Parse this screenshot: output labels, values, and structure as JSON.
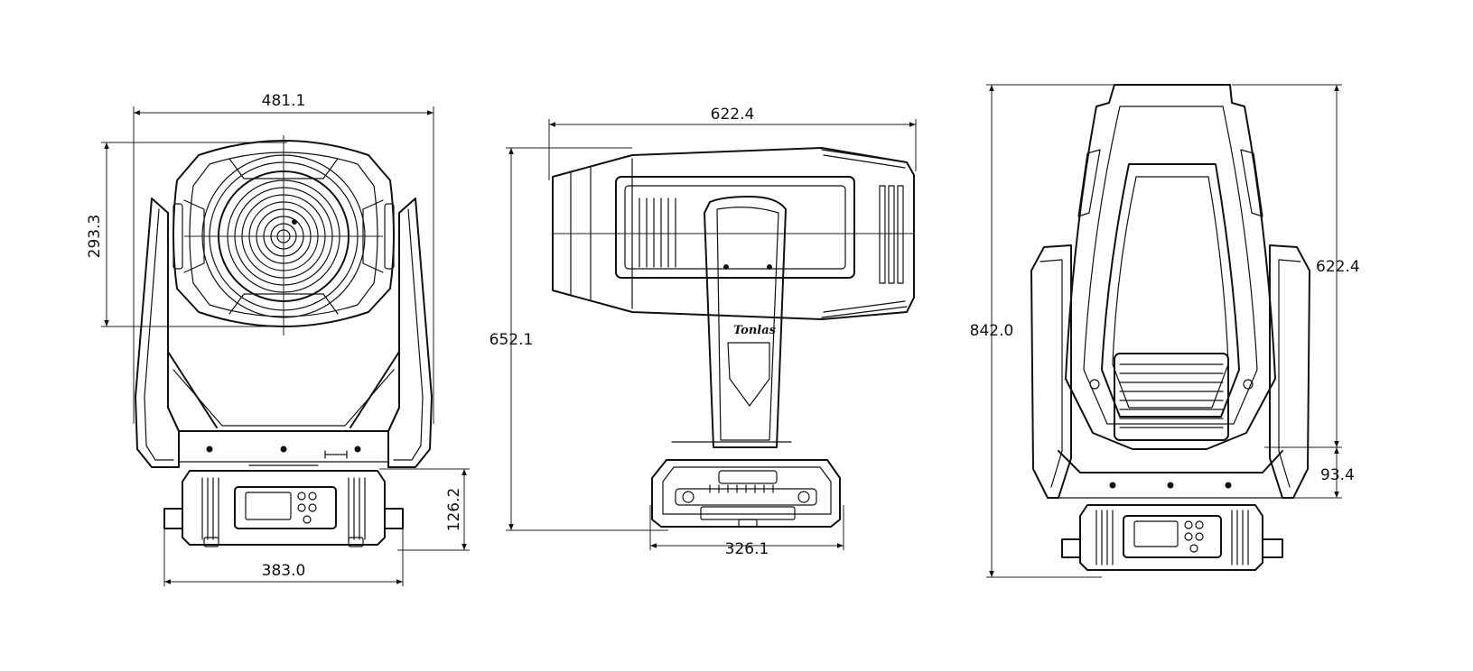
{
  "front_view": {
    "width_label": "481.1",
    "head_height_label": "293.3",
    "base_height_label": "126.2",
    "base_width_label": "383.0"
  },
  "side_view": {
    "length_label": "622.4",
    "height_label": "652.1",
    "base_depth_label": "326.1",
    "logo_text": "Tonlas"
  },
  "rear_view": {
    "total_height_label": "842.0",
    "head_height_label": "622.4",
    "yoke_offset_label": "93.4"
  },
  "colors": {
    "line": "#111111",
    "background": "#ffffff"
  }
}
